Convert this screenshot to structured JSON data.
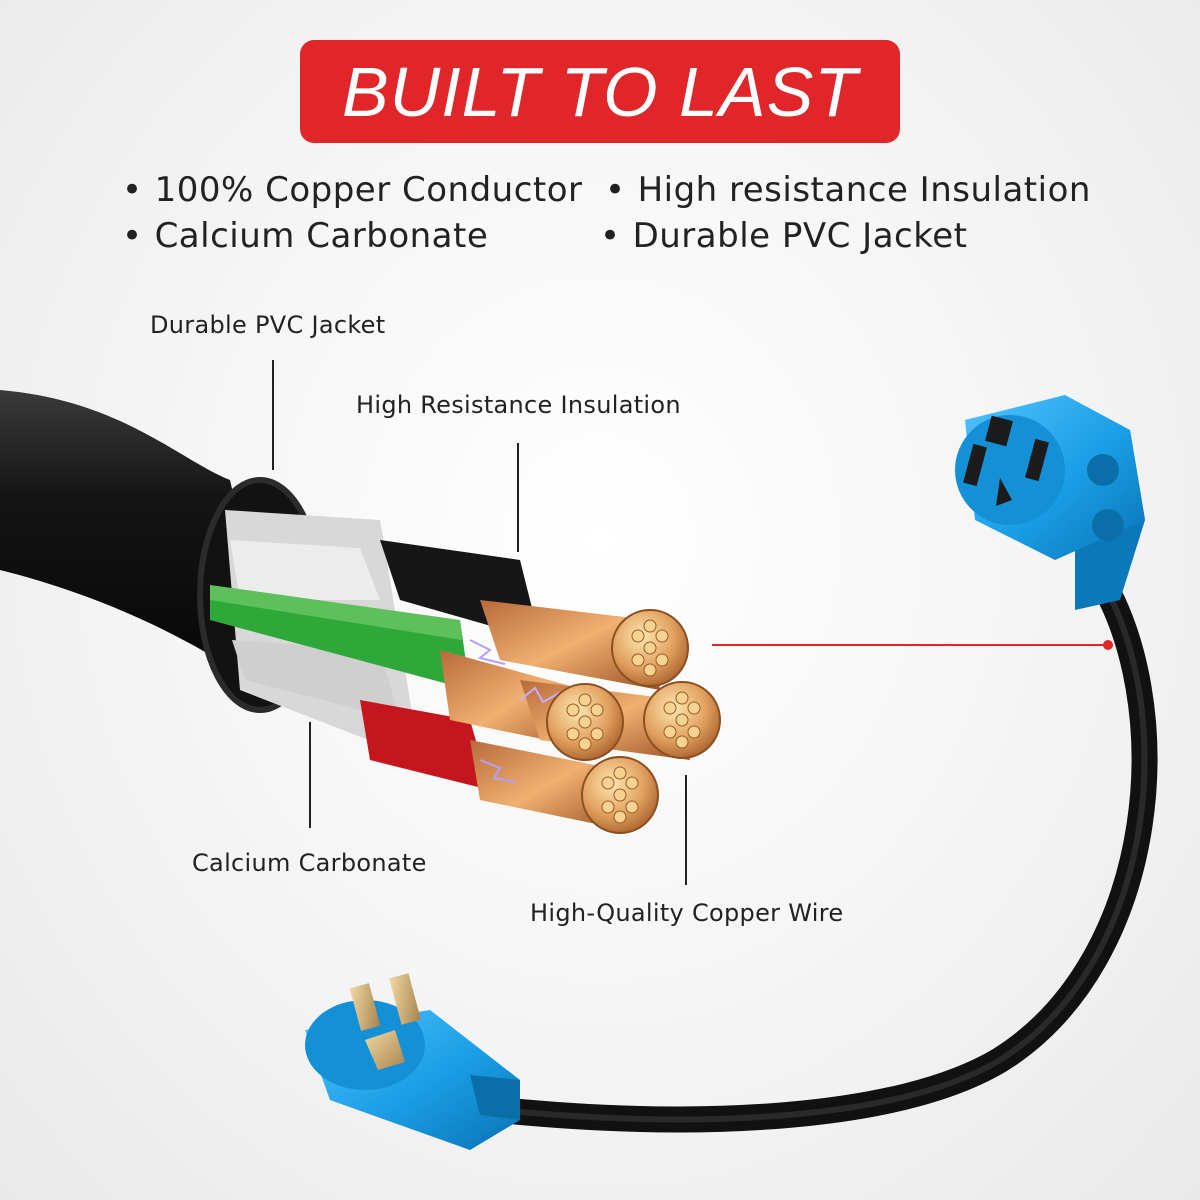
{
  "banner": {
    "title": "BUILT TO LAST",
    "color": "#e1262a"
  },
  "features": [
    "100% Copper Conductor",
    "High resistance Insulation",
    "Calcium Carbonate",
    "Durable PVC Jacket"
  ],
  "bullet_glyph": "•",
  "callouts": {
    "pvc_jacket": "Durable PVC Jacket",
    "insulation": "High Resistance Insulation",
    "calcium": "Calcium Carbonate",
    "copper": "High-Quality Copper Wire"
  },
  "colors": {
    "plug_blue": "#1a9ee6",
    "cable_black": "#1c1c1c",
    "copper": "#d9935a",
    "wire_green": "#2fa83a",
    "wire_red": "#c4161c",
    "callout_red": "#e1262a"
  }
}
